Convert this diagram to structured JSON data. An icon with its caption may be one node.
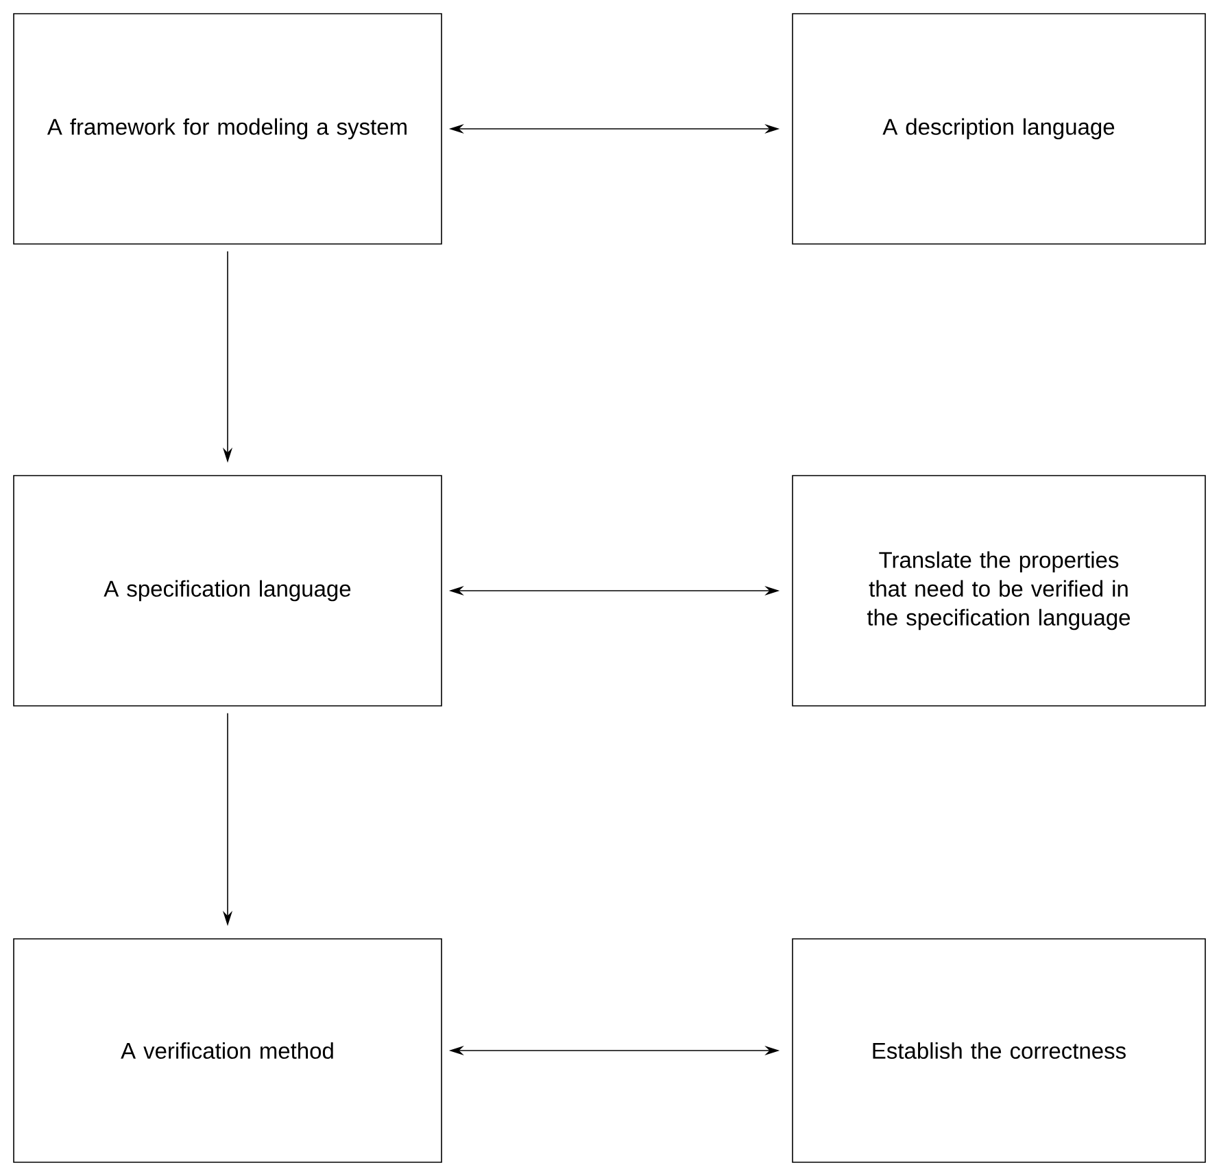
{
  "diagram": {
    "nodes": [
      {
        "text": [
          "A framework for modeling a system"
        ]
      },
      {
        "text": [
          "A description language"
        ]
      },
      {
        "text": [
          "A specification language"
        ]
      },
      {
        "text": [
          "Translate the properties that need to be verified in the specification language"
        ]
      },
      {
        "text": [
          "A verification method"
        ]
      },
      {
        "text": [
          "Establish the correctness"
        ]
      }
    ],
    "edges": [
      {
        "from": 0,
        "to": 1,
        "arrow": "both"
      },
      {
        "from": 0,
        "to": 2,
        "arrow": "to"
      },
      {
        "from": 2,
        "to": 3,
        "arrow": "both"
      },
      {
        "from": 2,
        "to": 4,
        "arrow": "to"
      },
      {
        "from": 4,
        "to": 5,
        "arrow": "both"
      }
    ]
  }
}
